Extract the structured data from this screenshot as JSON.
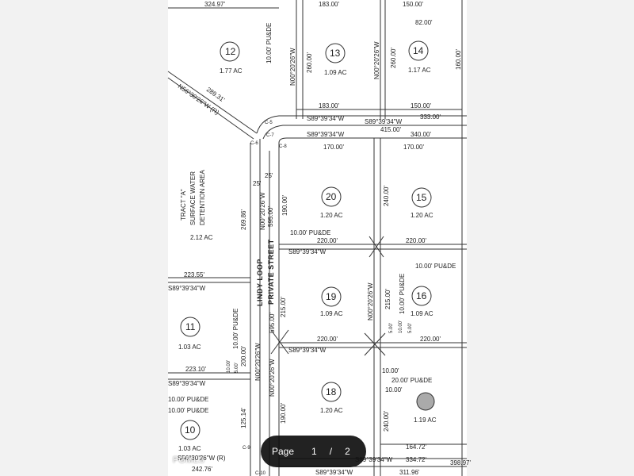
{
  "pager": {
    "label": "Page",
    "current": "1",
    "separator": "/",
    "total": "2"
  },
  "watermark": "FGMLS",
  "lots": [
    {
      "num": "12",
      "acres": "1.77 AC"
    },
    {
      "num": "13",
      "acres": "1.09 AC"
    },
    {
      "num": "14",
      "acres": "1.17 AC"
    },
    {
      "num": "20",
      "acres": "1.20 AC"
    },
    {
      "num": "15",
      "acres": "1.20 AC"
    },
    {
      "num": "19",
      "acres": "1.09 AC"
    },
    {
      "num": "16",
      "acres": "1.09 AC"
    },
    {
      "num": "11",
      "acres": "1.03 AC"
    },
    {
      "num": "18",
      "acres": "1.20 AC"
    },
    {
      "num": "10",
      "acres": "1.03 AC"
    },
    {
      "num": "",
      "acres": "1.19 AC"
    }
  ],
  "tract": {
    "line1": "TRACT \"A\"",
    "line2": "SURFACE WATER",
    "line3": "DETENTION AREA",
    "acres": "2.12 AC"
  },
  "streets": {
    "loop": "LINDY LOOP",
    "private": "PRIVATE STREET"
  },
  "dims": {
    "d32497": "324.97'",
    "d18300": "183.00'",
    "d15000": "150.00'",
    "d8200": "82.00'",
    "pubde": "10.00' PU&DE",
    "pubde20": "20.00' PU&DE",
    "n0020w": "N00°20'26\"W",
    "s8939w": "S89°39'34\"W",
    "d26000": "260.00'",
    "d16000": "160.00'",
    "d28931": "289.31'",
    "n5630": "N56°30'26\"W (R)",
    "d33300": "333.00'",
    "d41500": "415.00'",
    "d34000": "340.00'",
    "d17000": "170.00'",
    "d25": "25'",
    "d26986": "269.86'",
    "d59500": "595.00'",
    "d19000": "190.00'",
    "d24000": "240.00'",
    "d22000": "220.00'",
    "d22355": "223.55'",
    "d21500": "215.00'",
    "d500": "5.00'",
    "d1000": "10.00'",
    "d22310": "223.10'",
    "d20000": "200.00'",
    "d12514": "125.14'",
    "d16472": "164.72'",
    "d33472": "334.72'",
    "d39897": "398.97'",
    "d31196": "311.96'",
    "d24276": "242.76'",
    "s5630": "S56°30'26\"W (R)",
    "c5": "C-5",
    "c6": "C-6",
    "c7": "C-7",
    "c8": "C-8",
    "c9": "C-9",
    "c10": "C-10"
  }
}
